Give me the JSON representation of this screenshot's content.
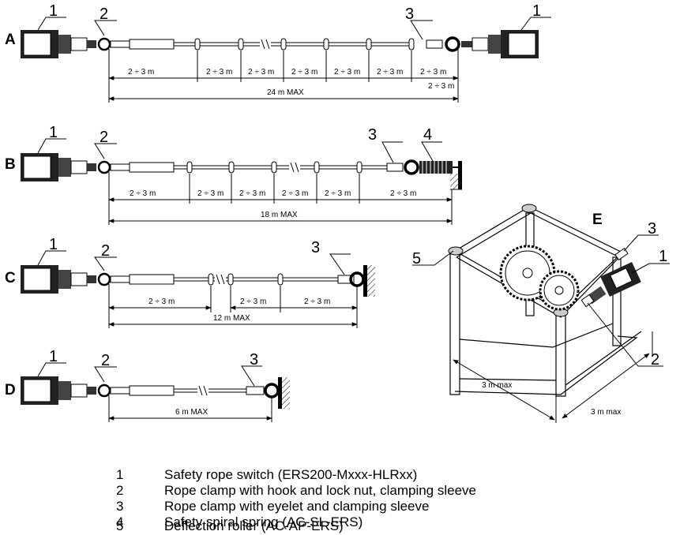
{
  "rows": [
    {
      "label": "A",
      "callouts": [
        {
          "text": "1"
        },
        {
          "text": "2"
        },
        {
          "text": "3"
        },
        {
          "text": "1"
        }
      ],
      "spacings": [
        "2 ÷ 3 m",
        "2 ÷ 3 m",
        "2 ÷ 3 m",
        "2 ÷ 3 m",
        "2 ÷ 3 m",
        "2 ÷ 3 m",
        "2 ÷ 3 m",
        "2 ÷ 3 m"
      ],
      "total": "24 m MAX"
    },
    {
      "label": "B",
      "callouts": [
        {
          "text": "1"
        },
        {
          "text": "2"
        },
        {
          "text": "3"
        },
        {
          "text": "4"
        }
      ],
      "spacings": [
        "2 ÷ 3 m",
        "2 ÷ 3 m",
        "2 ÷ 3 m",
        "2 ÷ 3 m",
        "2 ÷ 3 m",
        "2 ÷ 3 m"
      ],
      "total": "18 m MAX"
    },
    {
      "label": "C",
      "callouts": [
        {
          "text": "1"
        },
        {
          "text": "2"
        },
        {
          "text": "3"
        }
      ],
      "spacings": [
        "2 ÷ 3 m",
        "2 ÷ 3 m",
        "2 ÷ 3 m"
      ],
      "total": "12 m MAX"
    },
    {
      "label": "D",
      "callouts": [
        {
          "text": "1"
        },
        {
          "text": "2"
        },
        {
          "text": "3"
        }
      ],
      "spacings": [],
      "total": "6 m MAX"
    }
  ],
  "machine": {
    "label": "E",
    "callouts": [
      {
        "text": "3"
      },
      {
        "text": "1"
      },
      {
        "text": "5"
      },
      {
        "text": "2"
      }
    ],
    "width_dim": "3 m max",
    "depth_dim": "3 m max"
  },
  "legend": [
    {
      "num": "1",
      "text": "Safety rope switch (ERS200-Mxxx-HLRxx)"
    },
    {
      "num": "2",
      "text": "Rope clamp with hook and lock nut, clamping sleeve"
    },
    {
      "num": "3",
      "text": "Rope clamp with eyelet and clamping sleeve"
    },
    {
      "num": "4",
      "text": "Safety spiral spring (AC-SL-ERS)"
    },
    {
      "num": "5",
      "text": "Deflection roller (AC-AP-ERS)"
    }
  ]
}
